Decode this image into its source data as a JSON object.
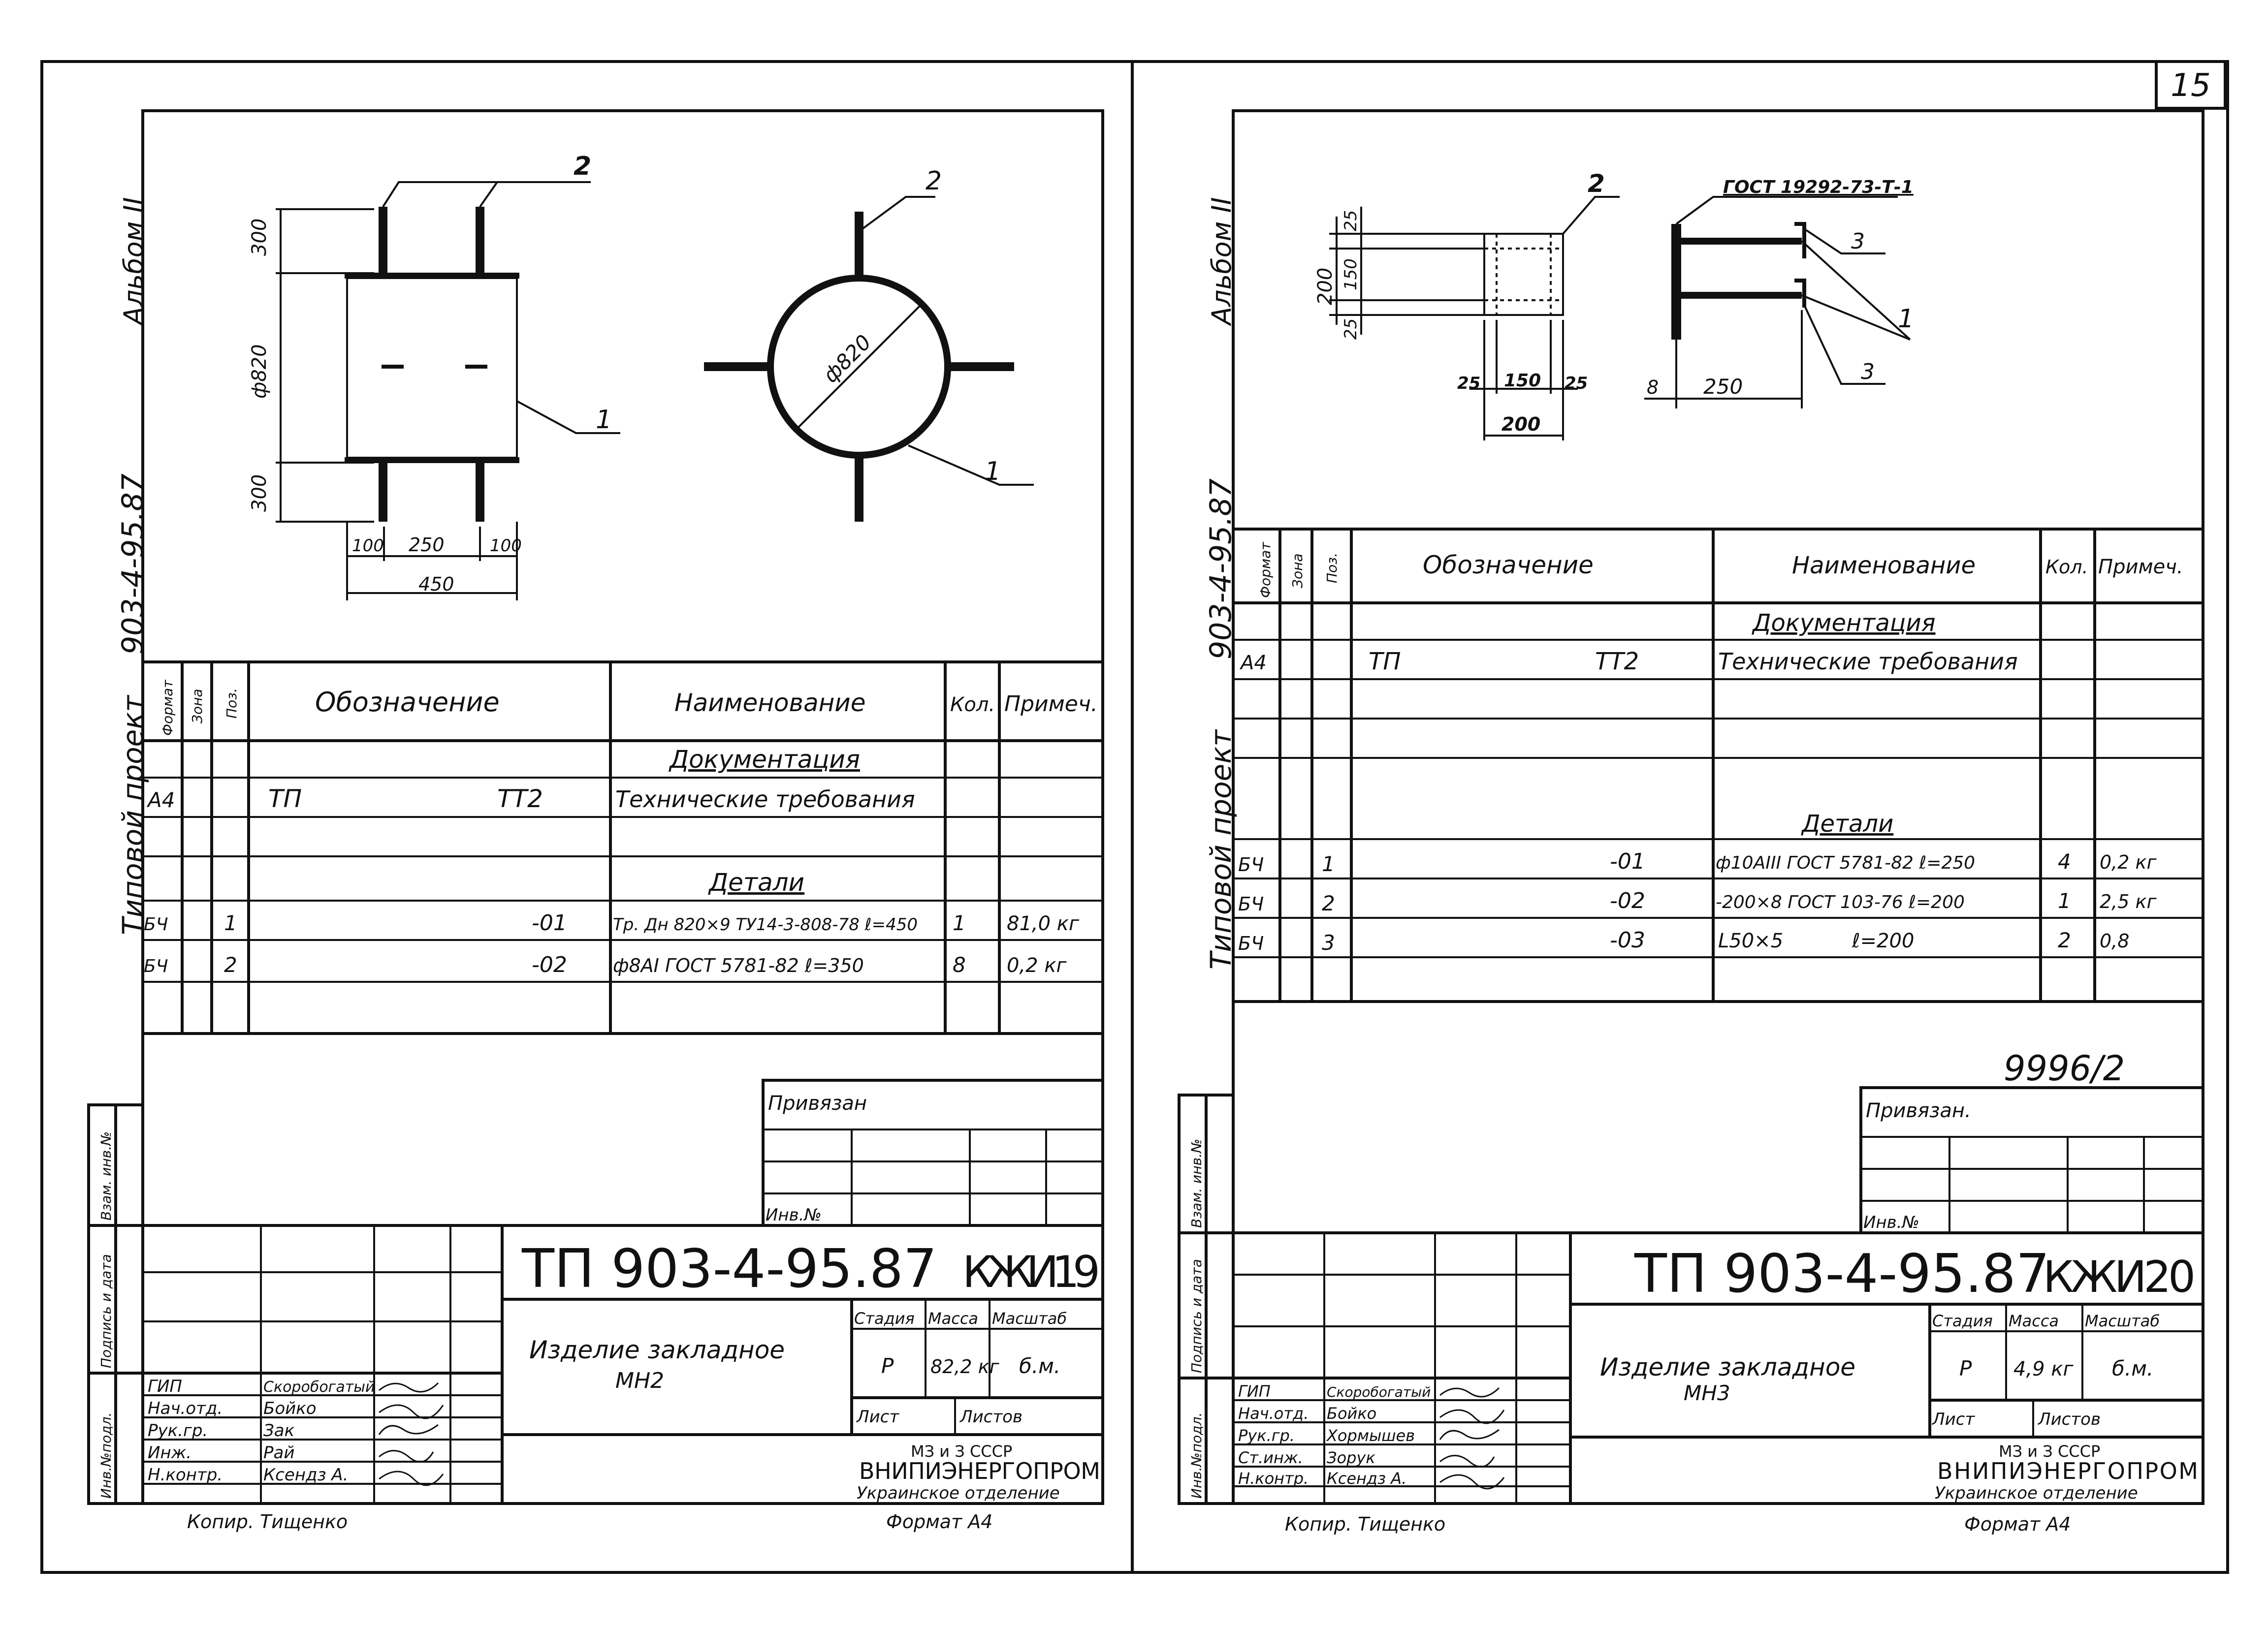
{
  "page_number": "15",
  "sheets": [
    {
      "side_album": "Альбом II",
      "side_code": "903-4-95.87",
      "side_project": "Типовой проект",
      "stamp_margin": [
        "Взам. инв.№",
        "Подпись и дата",
        "Инв.№подл."
      ],
      "drawing": {
        "callout_rods": "2",
        "callout_pipe": "1",
        "dim_top": "300",
        "dim_bottom": "300",
        "dim_diam": "ф820",
        "dim_left": "100",
        "dim_mid": "250",
        "dim_right": "100",
        "dim_total": "450",
        "circle_diam": "ф820",
        "circle_callout_rods": "2",
        "circle_callout_pipe": "1"
      },
      "spec": {
        "headers": [
          "Формат",
          "Зона",
          "Поз.",
          "Обозначение",
          "Наименование",
          "Кол.",
          "Примеч."
        ],
        "rows": [
          {
            "fmt": "",
            "zone": "",
            "pos": "",
            "designation": "",
            "suffix": "",
            "name": "Документация",
            "qty": "",
            "note": "",
            "title": true
          },
          {
            "fmt": "А4",
            "zone": "",
            "pos": "",
            "designation": "ТП",
            "suffix": "ТТ2",
            "name": "Технические требования",
            "qty": "",
            "note": ""
          },
          {
            "fmt": "",
            "zone": "",
            "pos": "",
            "designation": "",
            "suffix": "",
            "name": "",
            "qty": "",
            "note": ""
          },
          {
            "fmt": "",
            "zone": "",
            "pos": "",
            "designation": "",
            "suffix": "",
            "name": "Детали",
            "qty": "",
            "note": "",
            "title": true
          },
          {
            "fmt": "БЧ",
            "zone": "",
            "pos": "1",
            "designation": "",
            "suffix": "-01",
            "name": "Тр. Дн 820×9 ТУ14-3-808-78 ℓ=450",
            "qty": "1",
            "note": "81,0 кг"
          },
          {
            "fmt": "БЧ",
            "zone": "",
            "pos": "2",
            "designation": "",
            "suffix": "-02",
            "name": "ф8АI ГОСТ 5781-82   ℓ=350",
            "qty": "8",
            "note": "0,2 кг"
          }
        ]
      },
      "privyazan": "Привязан",
      "inv_no": "Инв.№",
      "title_code": "ТП 903-4-95.87",
      "title_sheet": "КЖИ19",
      "item_name_1": "Изделие закладное",
      "item_name_2": "МН2",
      "stage_h": "Стадия",
      "mass_h": "Масса",
      "scale_h": "Масштаб",
      "stage": "Р",
      "mass": "82,2 кг",
      "scale": "б.м.",
      "sheet_h": "Лист",
      "sheets_h": "Листов",
      "org_1": "МЗ и З СССР",
      "org_2": "ВНИПИЭНЕРГОПРОМ",
      "org_3": "Украинское отделение",
      "roles": [
        {
          "role": "ГИП",
          "name": "Скоробогатый"
        },
        {
          "role": "Нач.отд.",
          "name": "Бойко"
        },
        {
          "role": "Рук.гр.",
          "name": "Зак"
        },
        {
          "role": "Инж.",
          "name": "Рай"
        },
        {
          "role": "Н.контр.",
          "name": "Ксендз А."
        }
      ],
      "copied_by": "Копир. Тищенко",
      "format": "Формат А4"
    },
    {
      "side_album": "Альбом II",
      "side_code": "903-4-95.87",
      "side_project": "Типовой проект",
      "stamp_margin": [
        "Взам. инв.№",
        "Подпись и дата",
        "Инв.№подл."
      ],
      "drawing": {
        "callout_plate": "2",
        "gost_note": "ГОСТ 19292-73-Т-1",
        "callout_3a": "3",
        "callout_1": "1",
        "callout_3b": "3",
        "dim_200v": "200",
        "dim_25a": "25",
        "dim_150v": "150",
        "dim_25b": "25",
        "dim_25l": "25",
        "dim_150h": "150",
        "dim_25r": "25",
        "dim_200h": "200",
        "dim_8": "8",
        "dim_250": "250"
      },
      "spec": {
        "headers": [
          "Формат",
          "Зона",
          "Поз.",
          "Обозначение",
          "Наименование",
          "Кол.",
          "Примеч."
        ],
        "rows": [
          {
            "fmt": "",
            "zone": "",
            "pos": "",
            "designation": "",
            "suffix": "",
            "name": "Документация",
            "qty": "",
            "note": "",
            "title": true
          },
          {
            "fmt": "А4",
            "zone": "",
            "pos": "",
            "designation": "ТП",
            "suffix": "ТТ2",
            "name": "Технические требования",
            "qty": "",
            "note": ""
          },
          {
            "fmt": "",
            "zone": "",
            "pos": "",
            "designation": "",
            "suffix": "",
            "name": "",
            "qty": "",
            "note": ""
          },
          {
            "fmt": "",
            "zone": "",
            "pos": "",
            "designation": "",
            "suffix": "",
            "name": "",
            "qty": "",
            "note": ""
          },
          {
            "fmt": "",
            "zone": "",
            "pos": "",
            "designation": "",
            "suffix": "",
            "name": "Детали",
            "qty": "",
            "note": "",
            "title": true
          },
          {
            "fmt": "БЧ",
            "zone": "",
            "pos": "1",
            "designation": "",
            "suffix": "-01",
            "name": "ф10АIII ГОСТ 5781-82  ℓ=250",
            "qty": "4",
            "note": "0,2 кг"
          },
          {
            "fmt": "БЧ",
            "zone": "",
            "pos": "2",
            "designation": "",
            "suffix": "-02",
            "name": "-200×8 ГОСТ 103-76   ℓ=200",
            "qty": "1",
            "note": "2,5 кг"
          },
          {
            "fmt": "БЧ",
            "zone": "",
            "pos": "3",
            "designation": "",
            "suffix": "-03",
            "name": "L50×5           ℓ=200",
            "qty": "2",
            "note": "0,8"
          }
        ]
      },
      "handwritten": "9996/2",
      "privyazan": "Привязан.",
      "inv_no": "Инв.№",
      "title_code": "ТП 903-4-95.87",
      "title_sheet": "КЖИ20",
      "item_name_1": "Изделие закладное",
      "item_name_2": "МН3",
      "stage_h": "Стадия",
      "mass_h": "Масса",
      "scale_h": "Масштаб",
      "stage": "Р",
      "mass": "4,9 кг",
      "scale": "б.м.",
      "sheet_h": "Лист",
      "sheets_h": "Листов",
      "org_1": "МЗ и З СССР",
      "org_2": "ВНИПИЭНЕРГОПРОМ",
      "org_3": "Украинское отделение",
      "roles": [
        {
          "role": "ГИП",
          "name": "Скоробогатый"
        },
        {
          "role": "Нач.отд.",
          "name": "Бойко"
        },
        {
          "role": "Рук.гр.",
          "name": "Хормышев"
        },
        {
          "role": "Ст.инж.",
          "name": "Зорук"
        },
        {
          "role": "Н.контр.",
          "name": "Ксендз А."
        }
      ],
      "copied_by": "Копир. Тищенко",
      "format": "Формат А4"
    }
  ]
}
